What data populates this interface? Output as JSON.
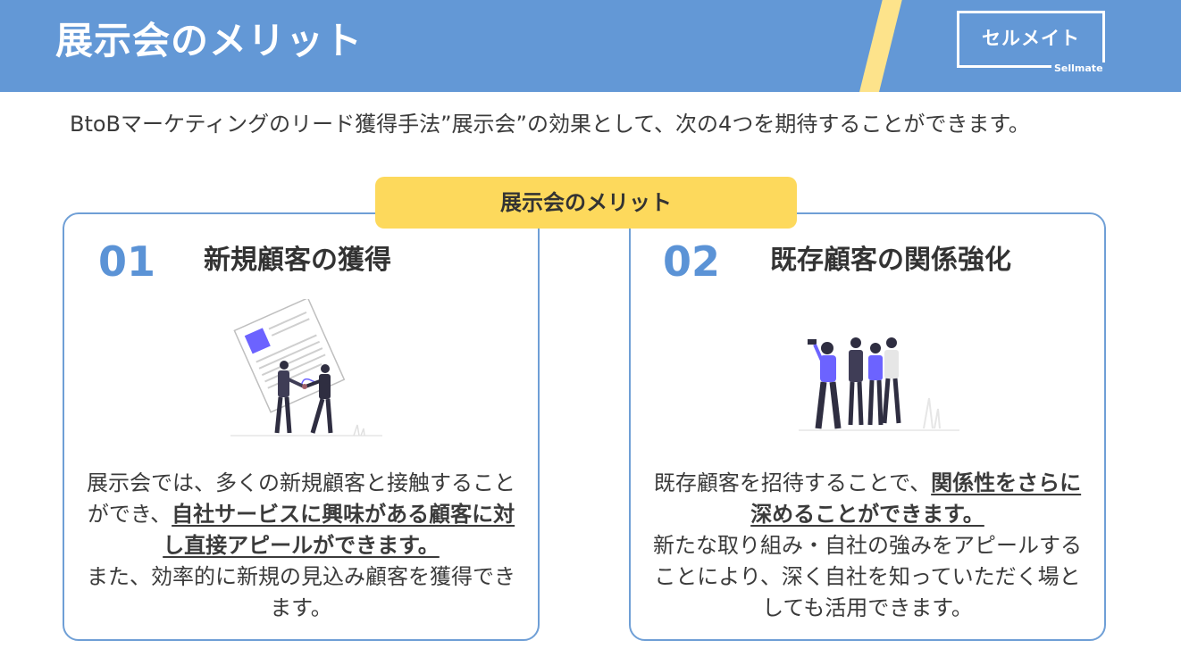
{
  "header": {
    "title": "展示会のメリット",
    "logo_text": "セルメイト",
    "logo_sub": "Sellmate"
  },
  "intro": "BtoBマーケティングのリード獲得手法”展示会”の効果として、次の4つを期待することができます。",
  "badge": "展示会のメリット",
  "cards": [
    {
      "number": "01",
      "title": "新規顧客の獲得",
      "illustration": "handshake-contract-icon",
      "body": {
        "part1": "展示会では、多くの新規顧客と接触することができ、",
        "emphasis": "自社サービスに興味がある顧客に対し直接アピールができます。",
        "part2": "また、効率的に新規の見込み顧客を獲得できます。"
      }
    },
    {
      "number": "02",
      "title": "既存顧客の関係強化",
      "illustration": "group-selfie-icon",
      "body": {
        "part1": "既存顧客を招待することで、",
        "emphasis": "関係性をさらに深めることができます。",
        "part2": "新たな取り組み・自社の強みをアピールすることにより、深く自社を知っていただく場としても活用できます。"
      }
    }
  ],
  "colors": {
    "header_bg": "#6398d6",
    "accent_yellow": "#fdd95c",
    "card_border": "#6f9fd6",
    "number_blue": "#5b93d6",
    "illustration_purple": "#6c63ff"
  }
}
